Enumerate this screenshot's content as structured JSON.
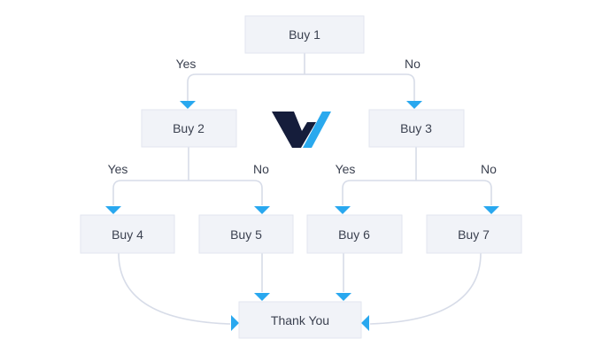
{
  "nodes": {
    "buy1": "Buy 1",
    "buy2": "Buy 2",
    "buy3": "Buy 3",
    "buy4": "Buy 4",
    "buy5": "Buy 5",
    "buy6": "Buy 6",
    "buy7": "Buy 7",
    "thanks": "Thank You"
  },
  "edge_labels": {
    "buy1_yes": "Yes",
    "buy1_no": "No",
    "buy2_yes": "Yes",
    "buy2_no": "No",
    "buy3_yes": "Yes",
    "buy3_no": "No"
  },
  "colors": {
    "arrow": "#29a8ef",
    "edge": "#d7dce8",
    "box_fill": "#f1f3f8",
    "text": "#3b4150",
    "logo_dark": "#151d3b",
    "logo_blue": "#2aa9ee"
  },
  "logo": {
    "icon": "brand-logo-icon"
  }
}
